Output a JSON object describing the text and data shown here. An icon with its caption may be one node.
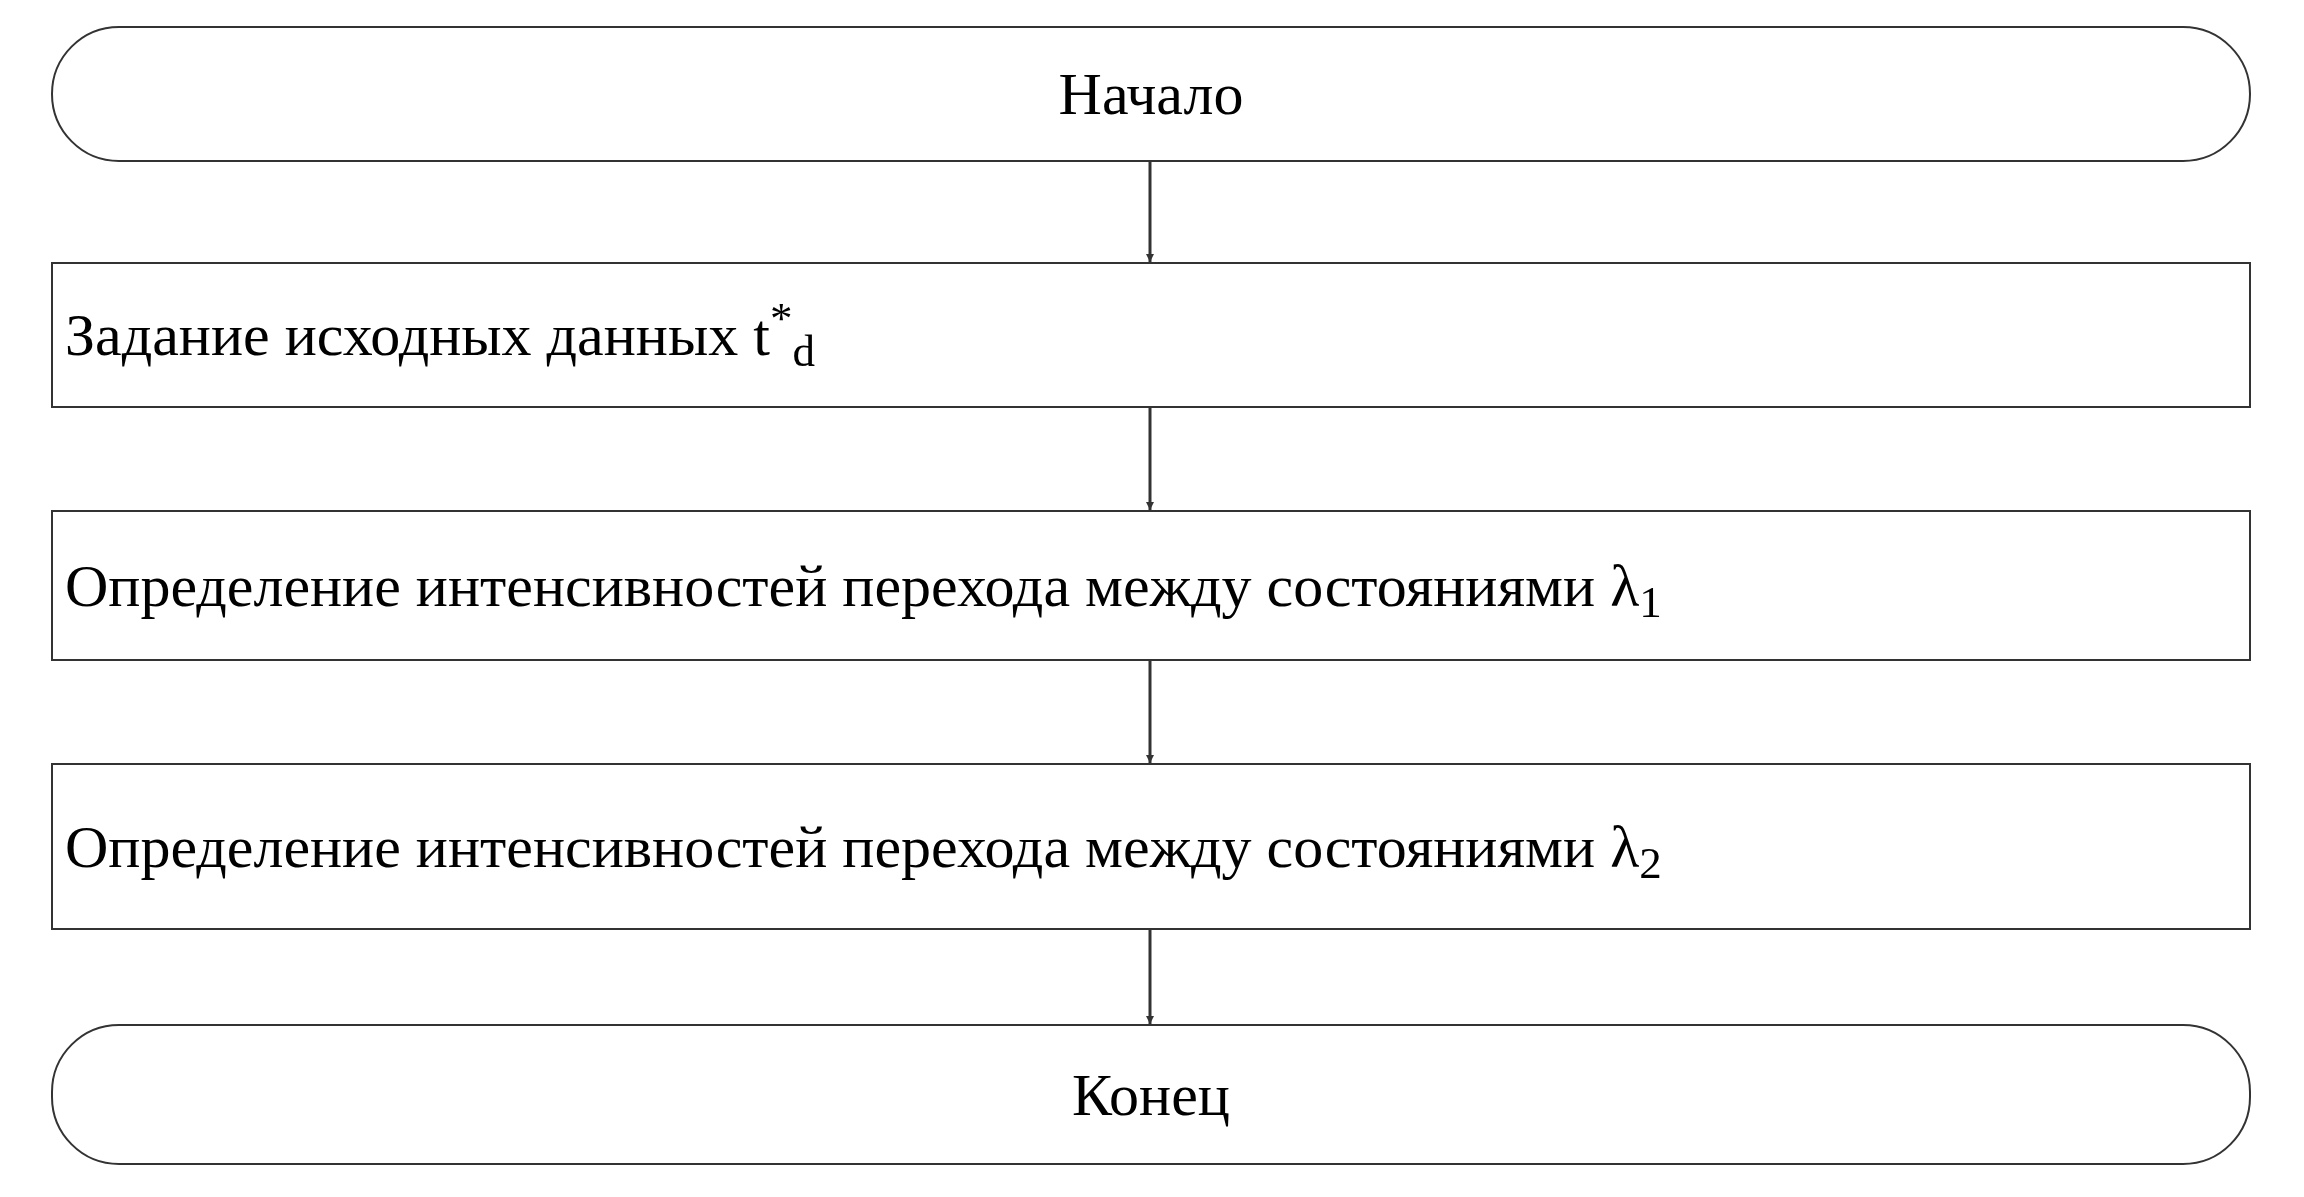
{
  "diagram": {
    "nodes": [
      {
        "text": [
          "Начало"
        ]
      },
      {
        "text": [
          "Задание исходных данных t$^{*}$$_{d}$"
        ]
      },
      {
        "text": [
          "Определение интенсивностей перехода между состояниями λ$_{1}$"
        ]
      },
      {
        "text": [
          "Определение интенсивностей перехода между состояниями λ$_{2}$"
        ]
      },
      {
        "text": [
          "Конец"
        ]
      }
    ],
    "edges": [
      {
        "from": 0,
        "to": 1,
        "arrow": "to"
      },
      {
        "from": 1,
        "to": 2,
        "arrow": "to"
      },
      {
        "from": 2,
        "to": 3,
        "arrow": "to"
      },
      {
        "from": 3,
        "to": 4,
        "arrow": "to"
      }
    ]
  }
}
